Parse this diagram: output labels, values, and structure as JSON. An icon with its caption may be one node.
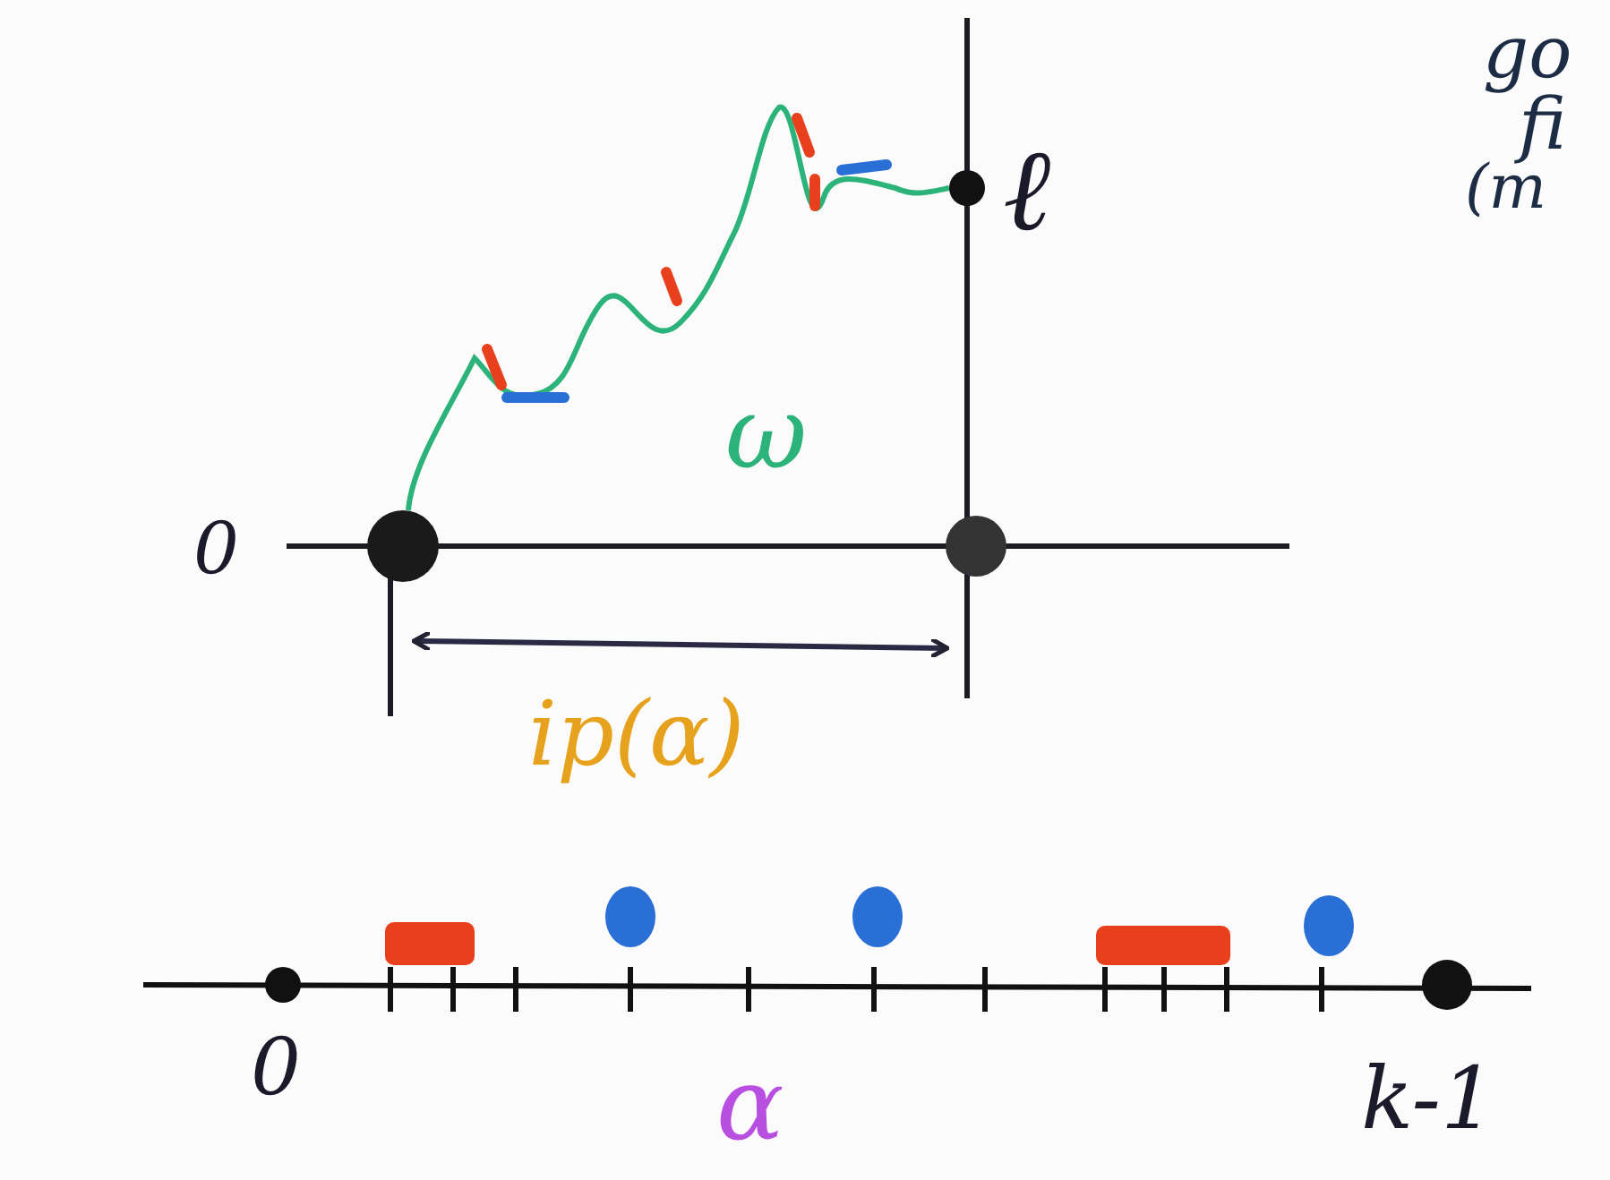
{
  "diagram": {
    "nodes": [
      {
        "text": [],
        "shape": "circle"
      },
      {
        "text": [],
        "shape": "circle"
      },
      {
        "text": [],
        "shape": "circle"
      }
    ],
    "edges": [
      {
        "from": 0,
        "to": 1,
        "arrow": "none",
        "color": "#2bb37a"
      }
    ],
    "labels": [
      "go",
      "ℓ",
      "fi",
      "(m",
      "ω",
      "0",
      "ip(α)",
      "0",
      "k-1",
      "α"
    ]
  }
}
